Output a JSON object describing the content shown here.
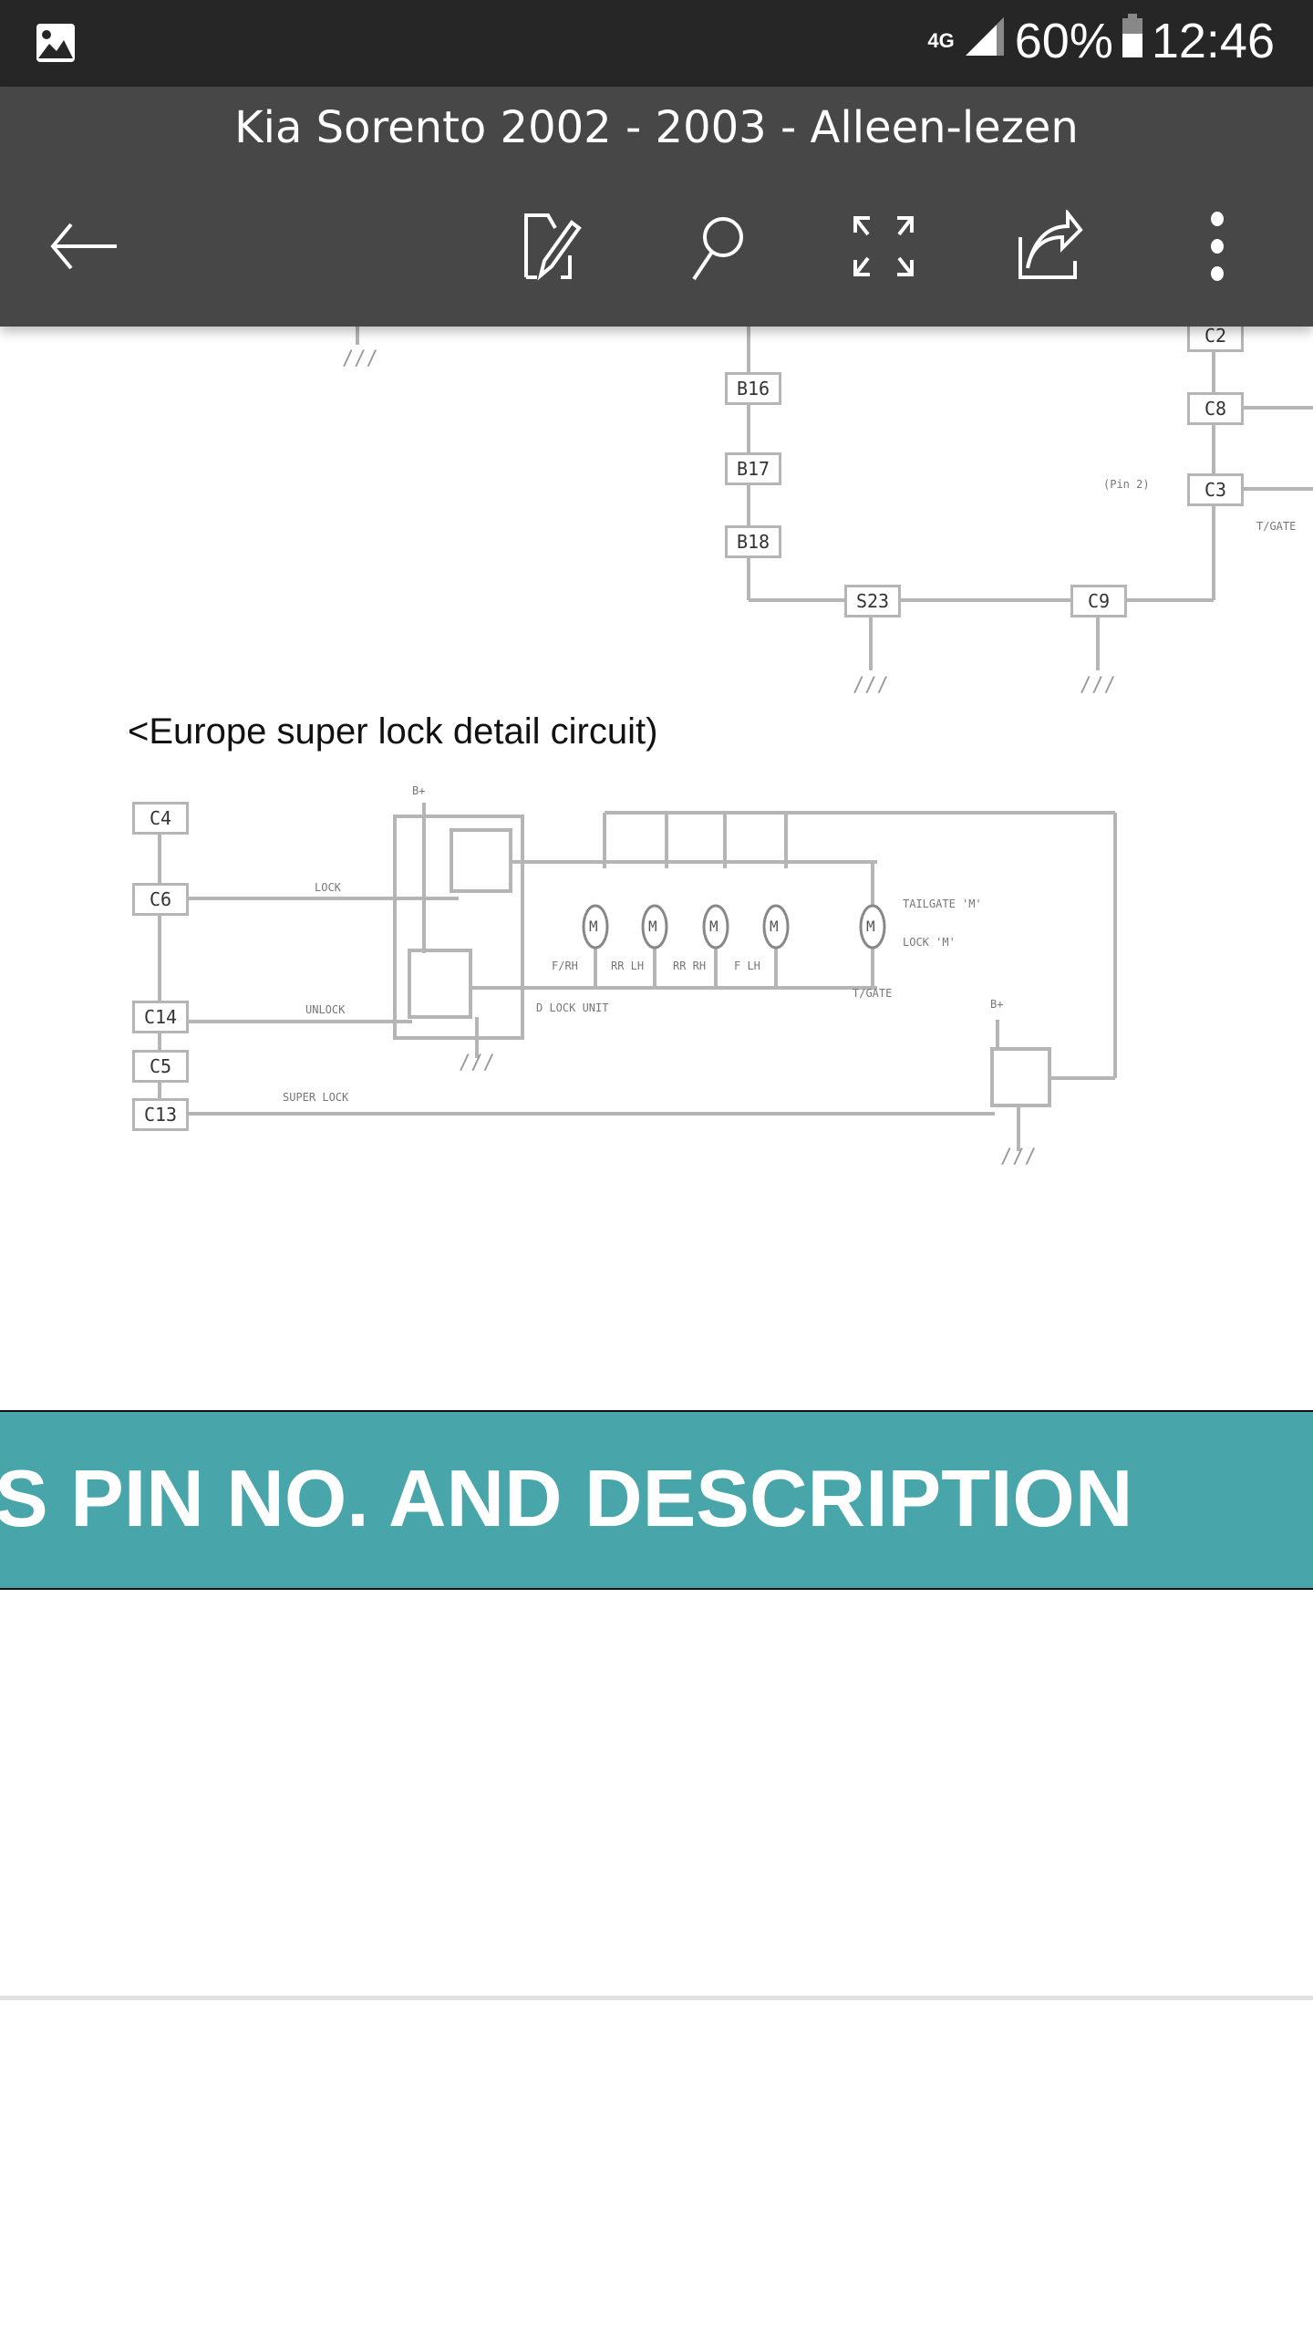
{
  "status_bar": {
    "network": "4G",
    "battery": "60%",
    "time": "12:46",
    "gallery_icon": "image-icon"
  },
  "toolbar": {
    "title": "Kia Sorento 2002 - 2003 - Alleen-lezen",
    "icons": [
      "back-arrow-icon",
      "edit-icon",
      "search-icon",
      "fullscreen-icon",
      "share-icon",
      "more-icon"
    ]
  },
  "diagram_top": {
    "boxes": [
      "B16",
      "B17",
      "B18",
      "S23",
      "C9",
      "C2",
      "C8",
      "C3"
    ],
    "pin_label": "(Pin 2)",
    "side_label": "T/GATE"
  },
  "heading": "<Europe super lock detail circuit)",
  "diagram_bottom": {
    "boxes": [
      "C4",
      "C6",
      "C14",
      "C5",
      "C13"
    ],
    "lock": "LOCK",
    "unlock": "UNLOCK",
    "super_lock": "SUPER LOCK",
    "bplus": "B+",
    "unit": "D LOCK UNIT",
    "motor_labels": [
      "F/RH",
      "RR LH",
      "RR RH",
      "F LH"
    ],
    "motor": "M",
    "tailgate": "TAILGATE 'M'",
    "lock_m": "LOCK 'M'",
    "tgate": "T/GATE"
  },
  "banner": "S PIN NO. AND DESCRIPTION",
  "colors": {
    "status": "#262626",
    "toolbar": "#474747",
    "banner": "#48a5a9"
  }
}
